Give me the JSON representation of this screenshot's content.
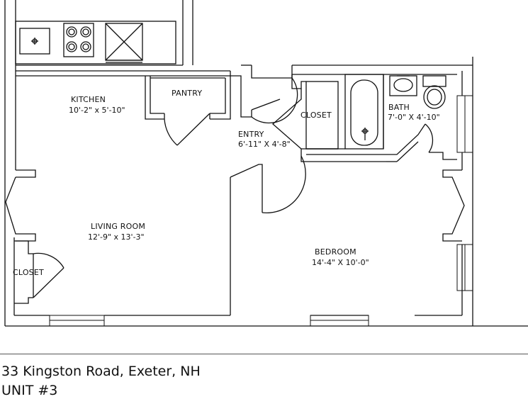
{
  "rooms": [
    {
      "key": "kitchen",
      "name": "KITCHEN",
      "dims": "10'-2\" x 5'-10\""
    },
    {
      "key": "pantry",
      "name": "PANTRY",
      "dims": ""
    },
    {
      "key": "closet_entry",
      "name": "CLOSET",
      "dims": ""
    },
    {
      "key": "bath",
      "name": "BATH",
      "dims": "7'-0\" X 4'-10\""
    },
    {
      "key": "entry",
      "name": "ENTRY",
      "dims": "6'-11\" X 4'-8\""
    },
    {
      "key": "living",
      "name": "LIVING ROOM",
      "dims": "12'-9\" x 13'-3\""
    },
    {
      "key": "bedroom",
      "name": "BEDROOM",
      "dims": "14'-4\" X 10'-0\""
    },
    {
      "key": "closet_living",
      "name": "CLOSET",
      "dims": ""
    }
  ],
  "footer": {
    "address": "33 Kingston Road, Exeter, NH",
    "unit": "UNIT #3"
  }
}
